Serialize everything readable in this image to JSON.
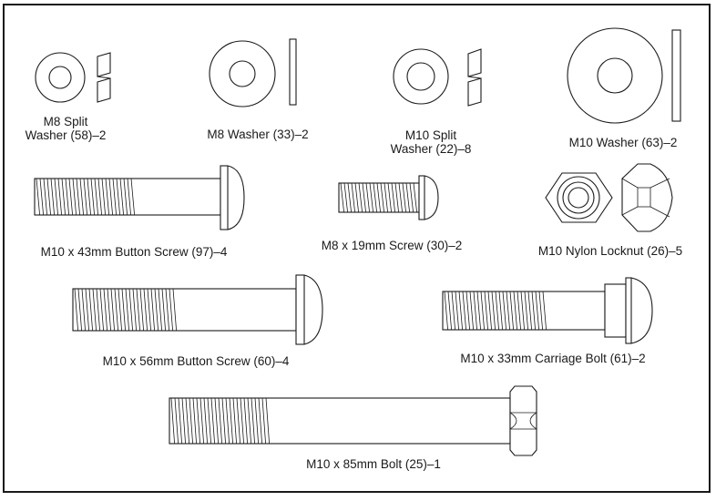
{
  "parts": [
    {
      "id": "m8-split-washer",
      "label": "M8 Split\nWasher (58)–2"
    },
    {
      "id": "m8-washer",
      "label": "M8 Washer (33)–2"
    },
    {
      "id": "m10-split-washer",
      "label": "M10 Split\nWasher (22)–8"
    },
    {
      "id": "m10-washer",
      "label": "M10 Washer (63)–2"
    },
    {
      "id": "m10x43-button-screw",
      "label": "M10 x 43mm Button Screw (97)–4"
    },
    {
      "id": "m8x19-screw",
      "label": "M8 x 19mm Screw (30)–2"
    },
    {
      "id": "m10-nylon-locknut",
      "label": "M10 Nylon Locknut (26)–5"
    },
    {
      "id": "m10x56-button-screw",
      "label": "M10 x 56mm Button Screw (60)–4"
    },
    {
      "id": "m10x33-carriage-bolt",
      "label": "M10 x 33mm Carriage Bolt (61)–2"
    },
    {
      "id": "m10x85-bolt",
      "label": "M10 x 85mm Bolt (25)–1"
    }
  ]
}
